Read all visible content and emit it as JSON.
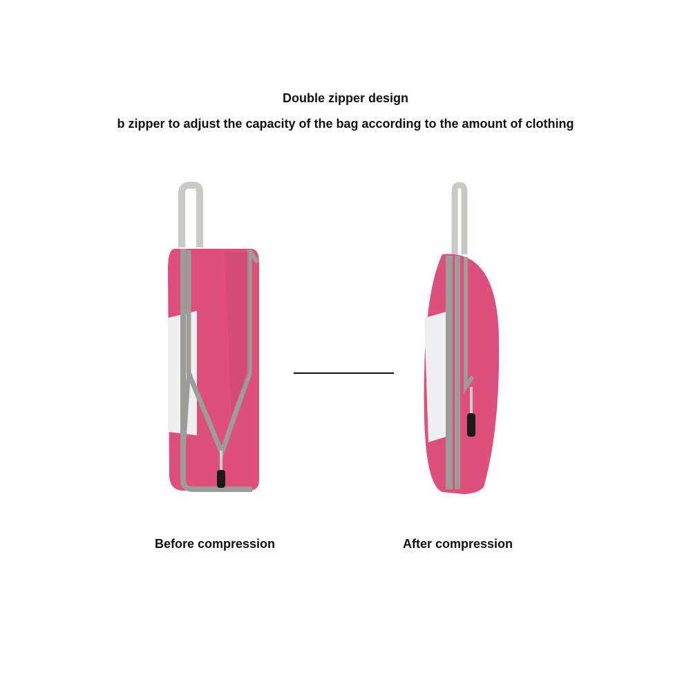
{
  "header": {
    "title": "Double zipper design",
    "subtitle": "b zipper to adjust the capacity of the bag according to the amount of clothing"
  },
  "comparison": {
    "before_label": "Before compression",
    "after_label": "After compression"
  },
  "colors": {
    "bag_body": "#de4f7c",
    "bag_body_dark": "#c9436d",
    "zipper_trim": "#9c9c98",
    "mesh": "#efeff2",
    "handle": "#c9c9c6",
    "pull": "#1a1a1a"
  }
}
